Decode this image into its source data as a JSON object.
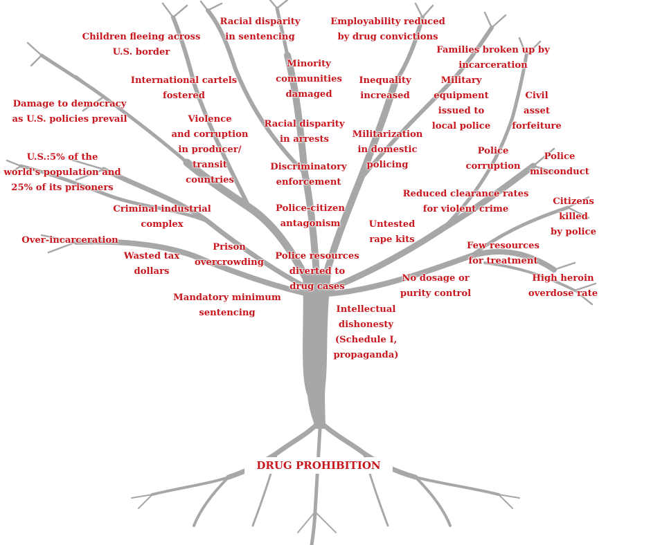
{
  "diagram": {
    "root_label": "DRUG PROHIBITION",
    "branch_color": "#a7a7a7",
    "label_color": "#c8171e",
    "consequences": [
      {
        "id": "children-fleeing",
        "lines": [
          "Children fleeing across",
          "U.S. border"
        ]
      },
      {
        "id": "racial-disparity-sentencing",
        "lines": [
          "Racial disparity",
          "in sentencing"
        ]
      },
      {
        "id": "employability-reduced",
        "lines": [
          "Employability reduced",
          "by drug convictions"
        ]
      },
      {
        "id": "families-broken",
        "lines": [
          "Families broken up by",
          "incarceration"
        ]
      },
      {
        "id": "international-cartels",
        "lines": [
          "International cartels",
          "fostered"
        ]
      },
      {
        "id": "minority-communities",
        "lines": [
          "Minority",
          "communities",
          "damaged"
        ]
      },
      {
        "id": "inequality-increased",
        "lines": [
          "Inequality",
          "increased"
        ]
      },
      {
        "id": "military-equipment",
        "lines": [
          "Military",
          "equipment",
          "issued to",
          "local police"
        ]
      },
      {
        "id": "civil-asset-forfeiture",
        "lines": [
          "Civil",
          "asset",
          "forfeiture"
        ]
      },
      {
        "id": "damage-to-democracy",
        "lines": [
          "Damage to democracy",
          "as U.S. policies prevail"
        ]
      },
      {
        "id": "violence-corruption",
        "lines": [
          "Violence",
          "and corruption",
          "in producer/",
          "transit",
          "countries"
        ]
      },
      {
        "id": "racial-disparity-arrests",
        "lines": [
          "Racial disparity",
          "in arrests"
        ]
      },
      {
        "id": "militarization",
        "lines": [
          "Militarization",
          "in domestic",
          "policing"
        ]
      },
      {
        "id": "us-prisoners",
        "lines": [
          "U.S.:5% of the",
          "world's population and",
          "25% of its prisoners"
        ]
      },
      {
        "id": "police-corruption",
        "lines": [
          "Police",
          "corruption"
        ]
      },
      {
        "id": "police-misconduct",
        "lines": [
          "Police",
          "misconduct"
        ]
      },
      {
        "id": "discriminatory-enforcement",
        "lines": [
          "Discriminatory",
          "enforcement"
        ]
      },
      {
        "id": "reduced-clearance",
        "lines": [
          "Reduced clearance rates",
          "for violent crime"
        ]
      },
      {
        "id": "citizens-killed",
        "lines": [
          "Citizens",
          "killed",
          "by police"
        ]
      },
      {
        "id": "criminal-industrial-complex",
        "lines": [
          "Criminal industrial",
          "complex"
        ]
      },
      {
        "id": "police-citizen-antagonism",
        "lines": [
          "Police-citizen",
          "antagonism"
        ]
      },
      {
        "id": "untested-rape-kits",
        "lines": [
          "Untested",
          "rape kits"
        ]
      },
      {
        "id": "over-incarceration",
        "lines": [
          "Over-incarceration"
        ]
      },
      {
        "id": "prison-overcrowding",
        "lines": [
          "Prison",
          "overcrowding"
        ]
      },
      {
        "id": "few-resources-treatment",
        "lines": [
          "Few resources",
          "for treatment"
        ]
      },
      {
        "id": "wasted-tax-dollars",
        "lines": [
          "Wasted tax",
          "dollars"
        ]
      },
      {
        "id": "police-resources-diverted",
        "lines": [
          "Police resources",
          "diverted to",
          "drug cases"
        ]
      },
      {
        "id": "no-dosage-control",
        "lines": [
          "No dosage or",
          "purity control"
        ]
      },
      {
        "id": "high-heroin-overdose",
        "lines": [
          "High heroin",
          "overdose rate"
        ]
      },
      {
        "id": "mandatory-minimum",
        "lines": [
          "Mandatory minimum",
          "sentencing"
        ]
      },
      {
        "id": "intellectual-dishonesty",
        "lines": [
          "Intellectual",
          "dishonesty",
          "(Schedule I,",
          "propaganda)"
        ]
      }
    ]
  }
}
